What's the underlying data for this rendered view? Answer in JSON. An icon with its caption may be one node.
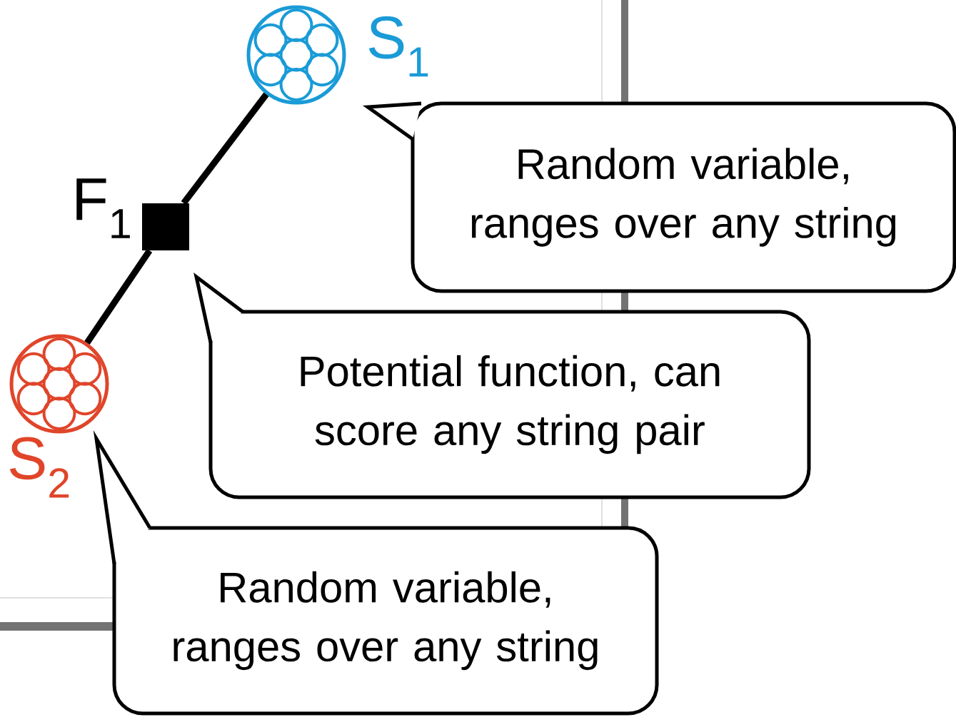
{
  "diagram": {
    "nodes": [
      {
        "text": [],
        "shape": "circle",
        "beside": [
          "S$_{1}$"
        ]
      },
      {
        "text": [],
        "shape": "box",
        "beside": [
          "F$_{1}$"
        ]
      },
      {
        "text": [],
        "shape": "circle",
        "beside": [
          "S$_{2}$"
        ]
      },
      {
        "text": [
          "Random variable, ranges over any string"
        ]
      },
      {
        "text": [
          "Potential function, can score any string pair"
        ]
      },
      {
        "text": [
          "Random variable, ranges over any string"
        ]
      }
    ],
    "edges": [
      {
        "from": 0,
        "to": 1,
        "arrow": "none"
      },
      {
        "from": 1,
        "to": 2,
        "arrow": "none"
      }
    ]
  }
}
